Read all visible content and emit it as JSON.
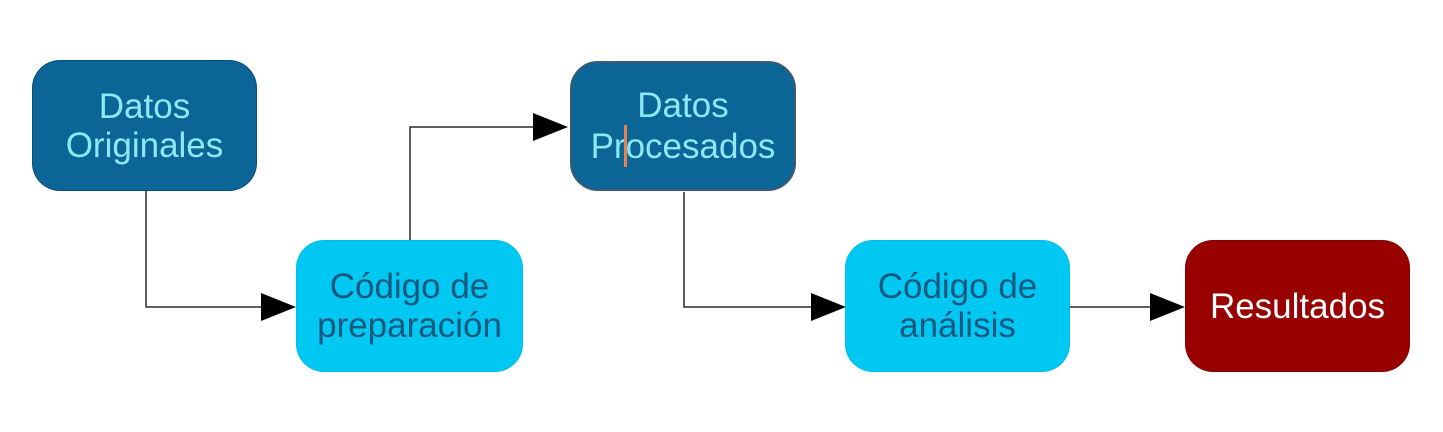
{
  "diagram": {
    "nodes": [
      {
        "id": "datos-originales",
        "label": "Datos Originales",
        "line1": "Datos",
        "line2": "Originales",
        "fill": "#0b6597",
        "text_color": "#8ce9f2"
      },
      {
        "id": "datos-procesados",
        "label": "Datos Procesados",
        "line1": "Datos",
        "line2_pre_caret": "Pr",
        "line2_post_caret": "ocesados",
        "fill": "#0b6597",
        "text_color": "#8ce9f2",
        "editing": true
      },
      {
        "id": "codigo-preparacion",
        "label": "Código de preparación",
        "line1": "Código de",
        "line2": "preparación",
        "fill": "#00c8f2",
        "text_color": "#17587f"
      },
      {
        "id": "codigo-analisis",
        "label": "Código de análisis",
        "line1": "Código de",
        "line2": "análisis",
        "fill": "#00c8f2",
        "text_color": "#17587f"
      },
      {
        "id": "resultados",
        "label": "Resultados",
        "line1": "Resultados",
        "fill": "#990000",
        "text_color": "#ffffff"
      }
    ],
    "connectors": [
      {
        "from": "datos-originales",
        "to": "codigo-preparacion",
        "style": "elbow"
      },
      {
        "from": "codigo-preparacion",
        "to": "datos-procesados",
        "style": "elbow"
      },
      {
        "from": "datos-procesados",
        "to": "codigo-analisis",
        "style": "elbow"
      },
      {
        "from": "codigo-analisis",
        "to": "resultados",
        "style": "straight"
      }
    ],
    "colors": {
      "node_dark_blue": "#0b6597",
      "node_cyan": "#00c8f2",
      "node_red": "#990000",
      "text_pale_cyan": "#8ce9f2",
      "text_dark_blue": "#17587f",
      "text_white": "#ffffff",
      "connector_line": "#2b2b2b",
      "arrowhead": "#000000",
      "caret": "#e8814e"
    }
  }
}
